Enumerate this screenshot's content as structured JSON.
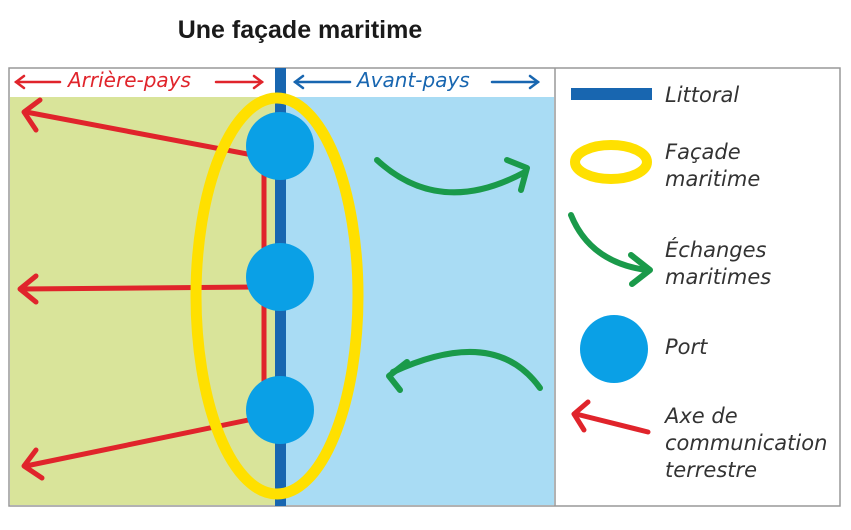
{
  "title": "Une façade maritime",
  "zones": {
    "arriere_pays": "Arrière-pays",
    "avant_pays": "Avant-pays"
  },
  "legend": {
    "littoral": "Littoral",
    "facade_line1": "Façade",
    "facade_line2": "maritime",
    "echanges_line1": "Échanges",
    "echanges_line2": "maritimes",
    "port": "Port",
    "axe_line1": "Axe de",
    "axe_line2": "communication",
    "axe_line3": "terrestre"
  },
  "colors": {
    "arriere_pays_bg": "#d9e49a",
    "avant_pays_bg": "#a9dcf4",
    "littoral": "#1866b0",
    "facade": "#ffe000",
    "echanges": "#1a9a4a",
    "port": "#0aa0e6",
    "axe": "#e0242b"
  },
  "icons": [
    "littoral-line-icon",
    "facade-ellipse-icon",
    "echanges-arrow-icon",
    "port-circle-icon",
    "axe-arrow-icon"
  ]
}
